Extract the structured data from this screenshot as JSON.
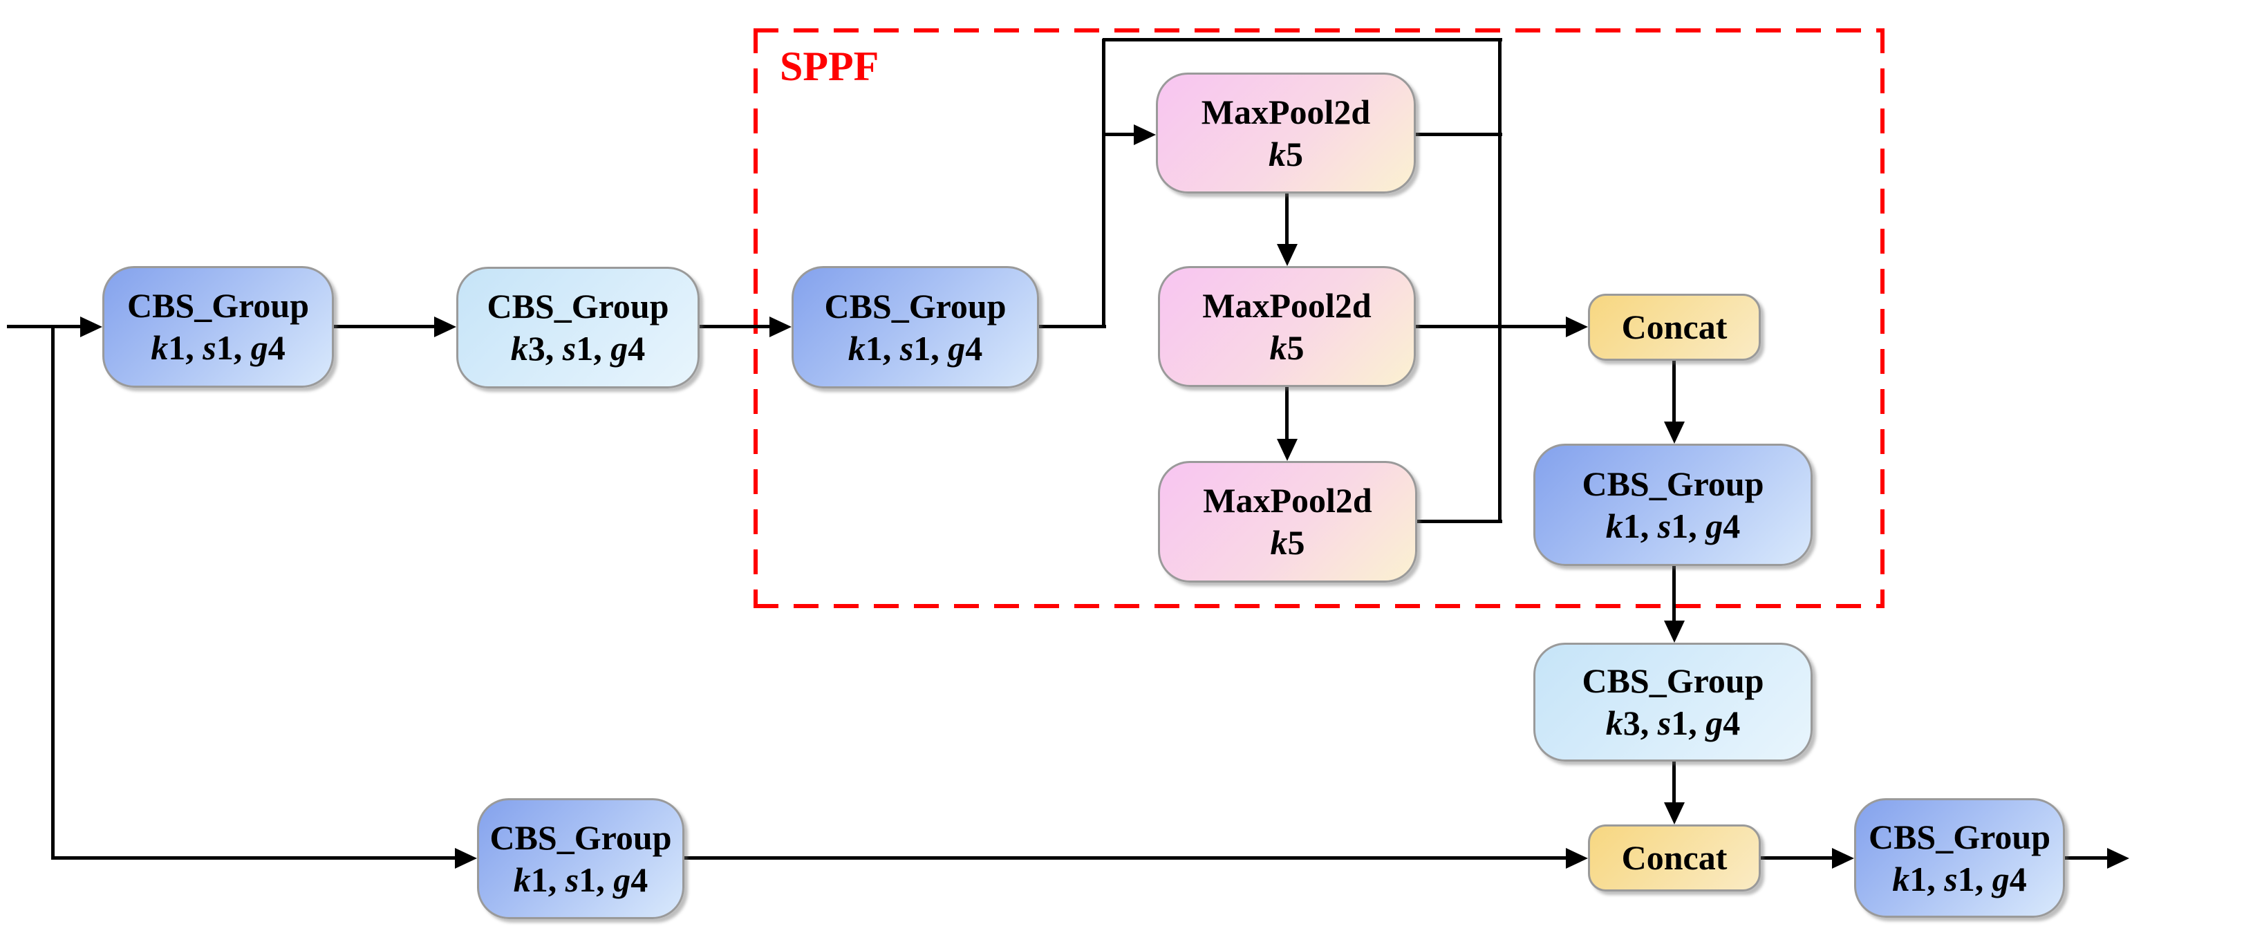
{
  "diagram": {
    "sppf_label": "SPPF"
  },
  "colors": {
    "accent_red": "#FF0000",
    "line_black": "#000000",
    "node_border": "#9A9A9A",
    "cbs_blue_start": "#84A2ED",
    "cbs_blue_end": "#D9E9FC",
    "cbs_light_start": "#C6E4F8",
    "cbs_light_end": "#E8F5FD",
    "maxpool_start": "#F8C5F1",
    "maxpool_mid": "#F9D8E5",
    "maxpool_end": "#FBF1D1",
    "concat_start": "#F7D781",
    "concat_end": "#FAEBC4"
  },
  "nodes": [
    {
      "id": "cbs-group-input-1",
      "title": "CBS_Group",
      "params": "k1, s1, g4",
      "kind": "cbs-blue"
    },
    {
      "id": "cbs-group-input-2",
      "title": "CBS_Group",
      "params": "k3, s1, g4",
      "kind": "cbs-light"
    },
    {
      "id": "cbs-group-sppf-in",
      "title": "CBS_Group",
      "params": "k1, s1, g4",
      "kind": "cbs-blue"
    },
    {
      "id": "maxpool2d-1",
      "title": "MaxPool2d",
      "params": "k5",
      "kind": "maxpool"
    },
    {
      "id": "maxpool2d-2",
      "title": "MaxPool2d",
      "params": "k5",
      "kind": "maxpool"
    },
    {
      "id": "maxpool2d-3",
      "title": "MaxPool2d",
      "params": "k5",
      "kind": "maxpool"
    },
    {
      "id": "concat-sppf",
      "title": "Concat",
      "params": "",
      "kind": "concat"
    },
    {
      "id": "cbs-group-sppf-out",
      "title": "CBS_Group",
      "params": "k1, s1, g4",
      "kind": "cbs-blue"
    },
    {
      "id": "cbs-group-neck",
      "title": "CBS_Group",
      "params": "k3, s1, g4",
      "kind": "cbs-light"
    },
    {
      "id": "cbs-group-shortcut",
      "title": "CBS_Group",
      "params": "k1, s1, g4",
      "kind": "cbs-blue"
    },
    {
      "id": "concat-bottom",
      "title": "Concat",
      "params": "",
      "kind": "concat"
    },
    {
      "id": "cbs-group-output",
      "title": "CBS_Group",
      "params": "k1, s1, g4",
      "kind": "cbs-blue"
    }
  ]
}
